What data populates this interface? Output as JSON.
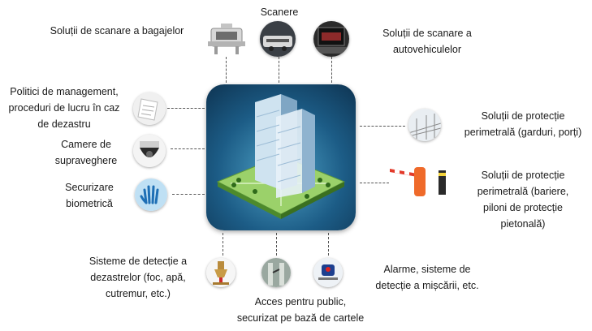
{
  "center": {
    "icon": "office-building-icon"
  },
  "nodes": [
    {
      "id": "baggage-scanning",
      "icon": "baggage-scanner-icon",
      "lines": [
        "Soluții de scanare a bagajelor"
      ]
    },
    {
      "id": "scanners",
      "icon": "scanner-icon",
      "lines": [
        "Scanere"
      ]
    },
    {
      "id": "vehicle-scanning",
      "icon": "vehicle-scanner-icon",
      "lines": [
        "Soluții de scanare a",
        "autovehiculelor"
      ]
    },
    {
      "id": "management-policies",
      "icon": "document-icon",
      "lines": [
        "Politici de management,",
        "proceduri de lucru în caz",
        "de dezastru"
      ]
    },
    {
      "id": "surveillance-cameras",
      "icon": "dome-camera-icon",
      "lines": [
        "Camere de",
        "supraveghere"
      ]
    },
    {
      "id": "biometric-security",
      "icon": "hand-print-icon",
      "lines": [
        "Securizare",
        "biometrică"
      ]
    },
    {
      "id": "perimeter-fences",
      "icon": "fence-camera-icon",
      "lines": [
        "Soluții de protecție",
        "perimetrală (garduri, porți)"
      ]
    },
    {
      "id": "perimeter-barriers",
      "icon": "barrier-bollard-icon",
      "lines": [
        "Soluții de protecție",
        "perimetrală (bariere,",
        "piloni de protecție",
        "pietonală)"
      ]
    },
    {
      "id": "disaster-detection",
      "icon": "sprinkler-icon",
      "lines": [
        "Sisteme de detecție a",
        "dezastrelor (foc, apă,",
        "cutremur, etc.)"
      ]
    },
    {
      "id": "public-access",
      "icon": "turnstile-icon",
      "lines": [
        "Acces pentru public,",
        "securizat pe bază de cartele"
      ]
    },
    {
      "id": "alarms",
      "icon": "motion-sensor-icon",
      "lines": [
        "Alarme, sisteme de",
        "detecție a mișcării, etc."
      ]
    }
  ]
}
